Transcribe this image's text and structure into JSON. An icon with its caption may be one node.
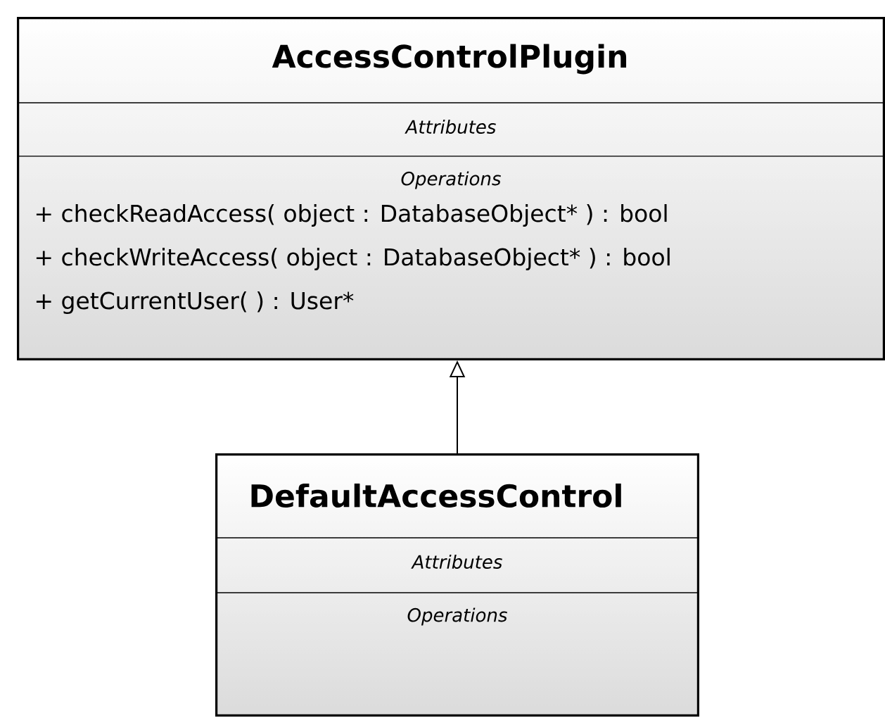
{
  "diagram": {
    "nodes": [
      {
        "text": [
          "AccessControlPlugin",
          "Attributes",
          "Operations",
          "+ checkReadAccess( object : DatabaseObject* ) : bool",
          "+ checkWriteAccess( object : DatabaseObject* ) : bool",
          "+ getCurrentUser(  ) : User*"
        ]
      },
      {
        "text": [
          "DefaultAccessControl",
          "Attributes",
          "Operations"
        ]
      }
    ],
    "edges": [
      {
        "from": 1,
        "to": 0,
        "arrow": "to"
      }
    ]
  }
}
